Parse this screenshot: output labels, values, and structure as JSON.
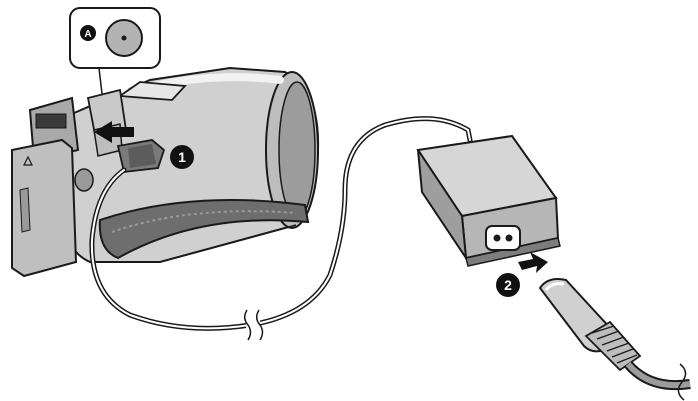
{
  "figure": {
    "inset_label": "A",
    "step_1": "1",
    "step_2": "2"
  },
  "colors": {
    "line": "#1a1a1a",
    "body_light": "#d4d4d4",
    "body_mid": "#b8b8b8",
    "body_dark": "#8c8c8c",
    "strap": "#6e6e6e",
    "badge": "#111111"
  }
}
